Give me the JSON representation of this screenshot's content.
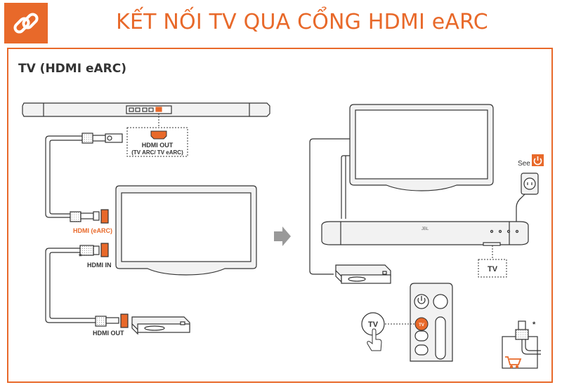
{
  "title": "KẾT NỐI TV QUA CỔNG HDMI eARC",
  "subtitle": "TV (HDMI eARC)",
  "labels": {
    "soundbar_port": "HDMI OUT",
    "soundbar_port_sub": "(TV ARC/ TV eARC)",
    "tv_earc": "HDMI (eARC)",
    "tv_in": "HDMI IN",
    "box_out": "HDMI OUT",
    "asterisk": "*",
    "see": "See",
    "soundbar_tv": "TV",
    "remote_tv": "TV",
    "remote_key_tv": "TV",
    "cable_asterisk": "*",
    "brand": "JBL"
  },
  "icons": {
    "header": "link-icon",
    "power": "power-icon",
    "arrow": "arrow-right-icon",
    "cart": "cart-icon",
    "hand": "hand-pointer-icon"
  },
  "colors": {
    "accent": "#e8692a",
    "line": "#333333",
    "fill": "#f2f2f2"
  }
}
